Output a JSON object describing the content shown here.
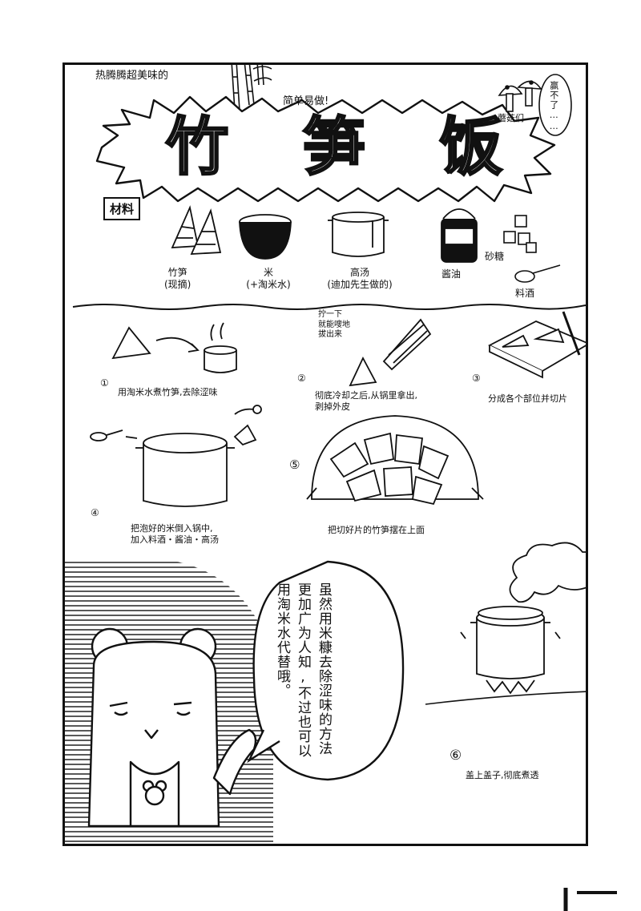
{
  "header": {
    "pre_title": "热腾腾超美味的",
    "sub_title": "简单易做!",
    "title_chars": [
      "竹",
      "笋",
      "饭"
    ]
  },
  "mushroom": {
    "label": "蘑菇们",
    "bubble": "赢不了……"
  },
  "ingredients": {
    "heading": "材料",
    "items": [
      {
        "name": "竹笋",
        "note": "(现摘)"
      },
      {
        "name": "米",
        "note": "(+淘米水)"
      },
      {
        "name": "高汤",
        "note": "(迪加先生做的)"
      },
      {
        "name": "酱油",
        "note": ""
      },
      {
        "name": "砂糖",
        "note": ""
      },
      {
        "name": "料酒",
        "note": ""
      }
    ]
  },
  "steps": [
    {
      "num": "①",
      "text": "用淘米水煮竹笋,去除涩味"
    },
    {
      "num": "②",
      "text": "彻底冷却之后,从锅里拿出,\n剥掉外皮"
    },
    {
      "num": "③",
      "text": "分成各个部位并切片"
    },
    {
      "num": "④",
      "text": "把泡好的米倒入锅中,\n加入料酒・酱油・高汤"
    },
    {
      "num": "⑤",
      "text": "把切好片的竹笋摆在上面"
    },
    {
      "num": "⑥",
      "text": "盖上盖子,彻底煮透"
    }
  ],
  "peel_note": "拧一下\n就能嗖地\n拔出来",
  "speech": "虽然用米糠去除涩味的方法更加广为人知,不过也可以用淘米水代替哦。",
  "colors": {
    "ink": "#111111",
    "paper": "#ffffff",
    "dot_fill": "#222222"
  }
}
